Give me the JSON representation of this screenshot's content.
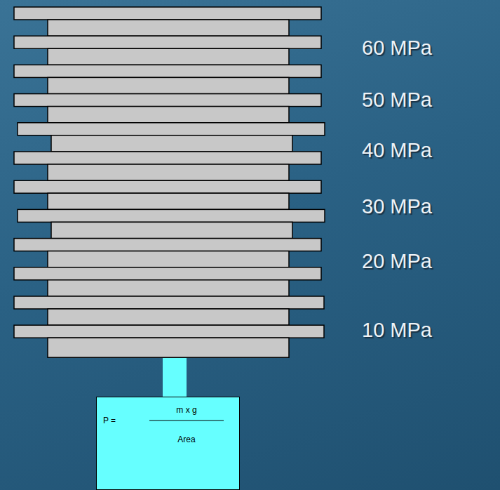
{
  "diagram": {
    "nodes": [
      {
        "text": [
          "P =",
          "m x g",
          "Area"
        ]
      }
    ],
    "labels": [
      "60 MPa",
      "50 MPa",
      "40 MPa",
      "30 MPa",
      "20 MPa",
      "10 MPa"
    ]
  }
}
